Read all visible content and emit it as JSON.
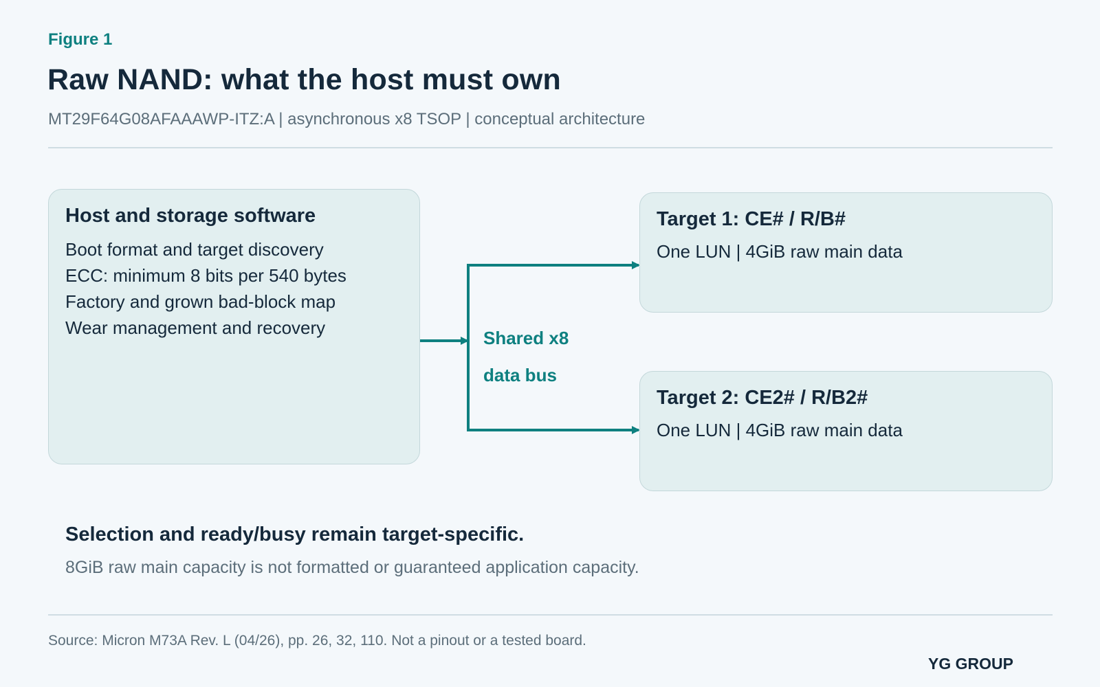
{
  "header": {
    "figure_label": "Figure 1",
    "title": "Raw NAND: what the host must own",
    "subtitle": "MT29F64G08AFAAAWP-ITZ:A | asynchronous x8 TSOP | conceptual architecture"
  },
  "diagram": {
    "host": {
      "title": "Host and storage software",
      "items": [
        "Boot format and target discovery",
        "ECC: minimum 8 bits per 540 bytes",
        "Factory and grown bad-block map",
        "Wear management and recovery"
      ]
    },
    "bus": {
      "label_line1": "Shared x8",
      "label_line2": "data bus"
    },
    "targets": [
      {
        "title": "Target 1: CE# / R/B#",
        "detail": "One LUN | 4GiB raw main data"
      },
      {
        "title": "Target 2: CE2# / R/B2#",
        "detail": "One LUN | 4GiB raw main data"
      }
    ],
    "colors": {
      "accent": "#0e8080",
      "box_fill": "#e2eff0",
      "text_dark": "#15293b"
    }
  },
  "notes": {
    "headline": "Selection and ready/busy remain target-specific.",
    "detail": "8GiB raw main capacity is not formatted or guaranteed application capacity."
  },
  "footer": {
    "source": "Source: Micron M73A Rev. L (04/26), pp. 26, 32, 110. Not a pinout or a tested board.",
    "brand": "YG GROUP"
  }
}
